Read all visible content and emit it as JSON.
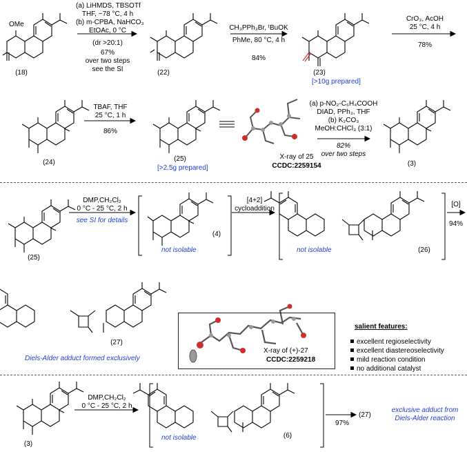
{
  "row1": {
    "step1": {
      "line1": "(a) LiHMDS, TBSOTf",
      "line2": "THF, −78 °C, 4 h",
      "line3": "(b) m-CPBA, NaHCO₃",
      "line4": "EtOAc, 0 °C",
      "dr": "(dr >20:1)",
      "yield1": "67%",
      "yield2": "over two steps",
      "yield3": "see the SI"
    },
    "step2": {
      "line1": "CH₃PPh₃Br, ᵗBuOK",
      "line2": "PhMe, 80 °C, 4 h",
      "yield": "84%"
    },
    "step3": {
      "line1": "CrO₃, AcOH",
      "line2": "25 °C, 4 h",
      "yield": "78%"
    },
    "compounds": {
      "c18": "(18)",
      "c22": "(22)",
      "c23": "(23)"
    },
    "note23": "[>10g prepared]"
  },
  "row2": {
    "step1": {
      "line1": "TBAF, THF",
      "line2": "25 °C, 1 h",
      "yield": "86%"
    },
    "step2": {
      "line1": "(a) p-NO₂-C₆H₄COOH",
      "line2": "DIAD, PPh₃, THF",
      "line3": "(b) K₂CO₃",
      "line4": "MeOH:CHCl₃ (3:1)",
      "yield1": "82%",
      "yield2": "over two steps"
    },
    "compounds": {
      "c24": "(24)",
      "c25": "(25)",
      "c3": "(3)"
    },
    "note25": "[>2.5g prepared]",
    "xray": {
      "line1": "X-ray of 25",
      "line2": "CCDC:2259154"
    }
  },
  "row3": {
    "step1": {
      "line1": "DMP,CH₂Cl₂",
      "line2": "0 °C - 25 °C, 2 h",
      "note": "see SI for details"
    },
    "step2": {
      "line1": "[4+2]",
      "line2": "cycloaddition"
    },
    "step3": {
      "line1": "[O]",
      "yield": "94%"
    },
    "compounds": {
      "c25": "(25)",
      "c4": "(4)",
      "c26": "(26)"
    },
    "not_isolable_1": "not isolable",
    "not_isolable_2": "not isolable"
  },
  "row4": {
    "compound": "(27)",
    "caption": "Diels-Alder adduct formed exclusively",
    "xray": {
      "line1": "X-ray of (+)-27",
      "line2": "CCDC:2259218"
    },
    "features_title": "salient features:",
    "features": [
      "excellent regioselectivity",
      "excellent diastereoselectivity",
      "mild reaction condition",
      "no additional catalyst"
    ]
  },
  "row5": {
    "step1": {
      "line1": "DMP,CH₂Cl₂",
      "line2": "0 °C - 25 °C, 2 h"
    },
    "yield": "97%",
    "compounds": {
      "c3": "(3)",
      "c6": "(6)",
      "c27": "(27)"
    },
    "not_isolable": "not isolable",
    "result": {
      "line1": "exclusive adduct from",
      "line2": "Diels-Alder reaction"
    }
  },
  "colors": {
    "accent": "#1f3fd0",
    "oxygen_atom": "#c8322a",
    "carbon_atom": "#9a9a9a"
  }
}
